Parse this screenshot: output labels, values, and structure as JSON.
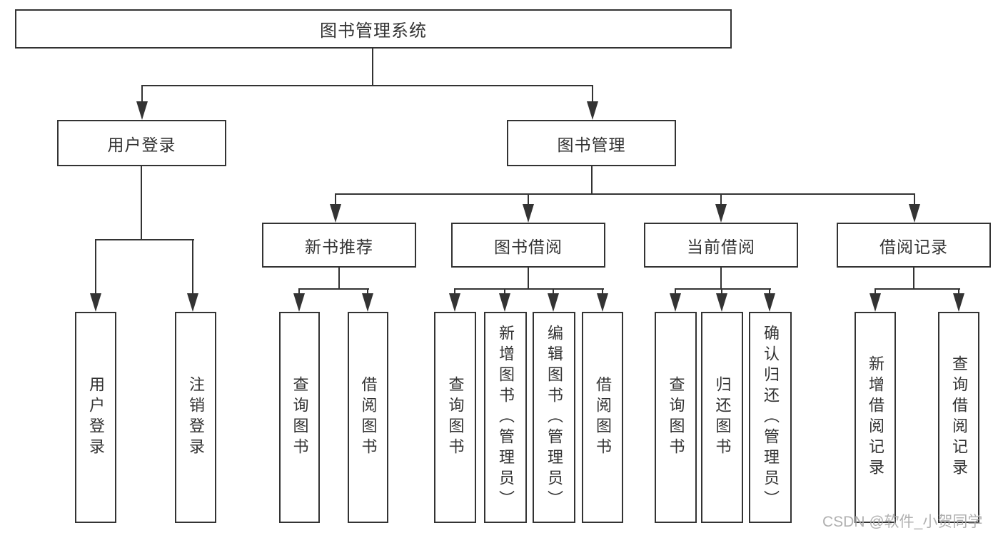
{
  "tree": {
    "label": "图书管理系统",
    "children": [
      {
        "label": "用户登录",
        "children": [
          {
            "label": "用户登录"
          },
          {
            "label": "注销登录"
          }
        ]
      },
      {
        "label": "图书管理",
        "children": [
          {
            "label": "新书推荐",
            "children": [
              {
                "label": "查询图书"
              },
              {
                "label": "借阅图书"
              }
            ]
          },
          {
            "label": "图书借阅",
            "children": [
              {
                "label": "查询图书"
              },
              {
                "label": "新增图书（管理员）"
              },
              {
                "label": "编辑图书（管理员）"
              },
              {
                "label": "借阅图书"
              }
            ]
          },
          {
            "label": "当前借阅",
            "children": [
              {
                "label": "查询图书"
              },
              {
                "label": "归还图书"
              },
              {
                "label": "确认归还（管理员）"
              }
            ]
          },
          {
            "label": "借阅记录",
            "children": [
              {
                "label": "新增借阅记录"
              },
              {
                "label": "查询借阅记录"
              }
            ]
          }
        ]
      }
    ]
  },
  "watermark": "CSDN @软件_小贺同学",
  "colors": {
    "line": "#333333",
    "box_border": "#333333",
    "text": "#333333",
    "background": "#ffffff",
    "watermark": "#a8a8a8"
  }
}
